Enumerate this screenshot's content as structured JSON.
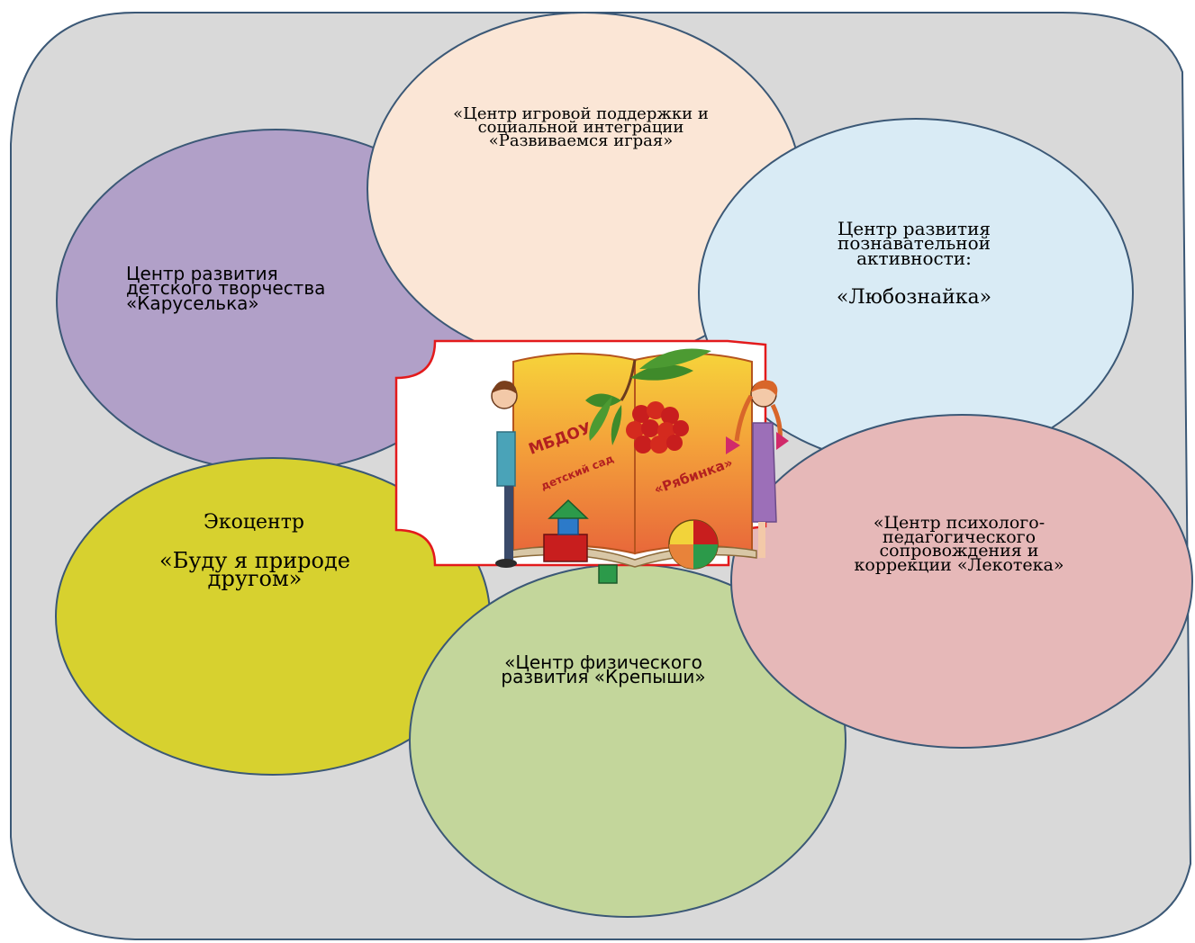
{
  "colors": {
    "background": "#d9d9d9",
    "outline": "#3b5876",
    "frame_red": "#e31a1c",
    "play_center": "#fbe6d6",
    "creativity_center": "#b1a0c8",
    "cognitive_center": "#d9ebf5",
    "psych_center": "#e6b8b8",
    "eco_center": "#d7d12f",
    "physical_center": "#c3d69b"
  },
  "centers": {
    "play": "«Центр игровой поддержки и\nсоциальной интеграции\n«Развиваемся играя»",
    "creativity": "Центр развития\nдетского творчества\n«Каруселька»",
    "cognitive_title": "Центр развития\nпознавательной\nактивности:",
    "cognitive_name": "«Любознайка»",
    "eco_title": "Экоцентр",
    "eco_name": "«Буду я природе\nдругом»",
    "psych": "«Центр психолого-\nпедагогического\nсопровождения и\nкоррекции «Лекотека»",
    "physical": "«Центр  физического\nразвития «Крепыши»"
  },
  "logo": {
    "line1": "МБДОУ",
    "line2": "детский сад",
    "line3": "«Рябинка»"
  }
}
